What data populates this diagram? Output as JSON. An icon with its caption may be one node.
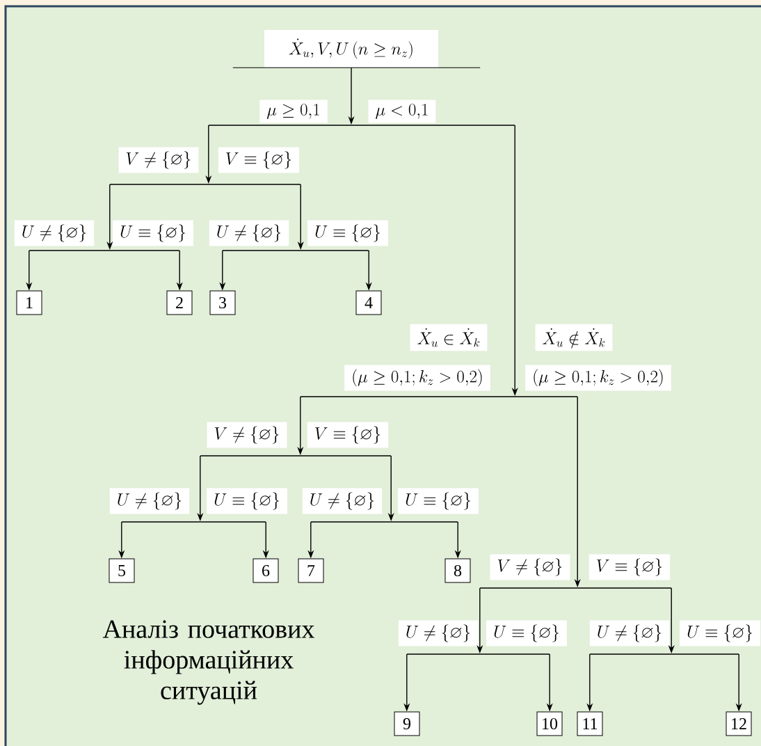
{
  "diagram": {
    "title": "Аналіз початкових інформаційних ситуацій",
    "nodes": [
      {
        "text": [
          "\\dot{X}_u, V, U\\left(n \\geq n_z\\right)"
        ]
      },
      {
        "text": [],
        "shape": "bar"
      },
      {
        "text": [],
        "shape": "bar"
      },
      {
        "text": [],
        "shape": "bar"
      },
      {
        "text": [],
        "shape": "bar"
      },
      {
        "text": [
          "1"
        ]
      },
      {
        "text": [
          "2"
        ]
      },
      {
        "text": [
          "3"
        ]
      },
      {
        "text": [
          "4"
        ]
      },
      {
        "text": [],
        "shape": "bar"
      },
      {
        "text": [],
        "shape": "bar"
      },
      {
        "text": [],
        "shape": "bar"
      },
      {
        "text": [],
        "shape": "bar"
      },
      {
        "text": [
          "5"
        ]
      },
      {
        "text": [
          "6"
        ]
      },
      {
        "text": [
          "7"
        ]
      },
      {
        "text": [
          "8"
        ]
      },
      {
        "text": [],
        "shape": "bar"
      },
      {
        "text": [],
        "shape": "bar"
      },
      {
        "text": [],
        "shape": "bar"
      },
      {
        "text": [
          "9"
        ]
      },
      {
        "text": [
          "10"
        ]
      },
      {
        "text": [
          "11"
        ]
      },
      {
        "text": [
          "12"
        ]
      }
    ],
    "edges": [
      {
        "from": 0,
        "to": 1,
        "arrow": "to"
      },
      {
        "from": 1,
        "to": 2,
        "arrow": "to"
      },
      {
        "from": 1,
        "to": 9,
        "arrow": "to"
      },
      {
        "from": 2,
        "to": 3,
        "arrow": "to"
      },
      {
        "from": 2,
        "to": 4,
        "arrow": "to"
      },
      {
        "from": 3,
        "to": 5,
        "arrow": "to"
      },
      {
        "from": 3,
        "to": 6,
        "arrow": "to"
      },
      {
        "from": 4,
        "to": 7,
        "arrow": "to"
      },
      {
        "from": 4,
        "to": 8,
        "arrow": "to"
      },
      {
        "from": 9,
        "to": 10,
        "arrow": "to"
      },
      {
        "from": 9,
        "to": 17,
        "arrow": "to"
      },
      {
        "from": 10,
        "to": 11,
        "arrow": "to"
      },
      {
        "from": 10,
        "to": 12,
        "arrow": "to"
      },
      {
        "from": 11,
        "to": 13,
        "arrow": "to"
      },
      {
        "from": 11,
        "to": 14,
        "arrow": "to"
      },
      {
        "from": 12,
        "to": 15,
        "arrow": "to"
      },
      {
        "from": 12,
        "to": 16,
        "arrow": "to"
      },
      {
        "from": 17,
        "to": 18,
        "arrow": "to"
      },
      {
        "from": 17,
        "to": 19,
        "arrow": "to"
      },
      {
        "from": 18,
        "to": 20,
        "arrow": "to"
      },
      {
        "from": 18,
        "to": 21,
        "arrow": "to"
      },
      {
        "from": 19,
        "to": 22,
        "arrow": "to"
      },
      {
        "from": 19,
        "to": 23,
        "arrow": "to"
      }
    ],
    "labels": [
      "\\mu \\geq 0{,}1",
      "\\mu < 0{,}1",
      "V \\neq \\left\\{\\varnothing\\right\\}",
      "V \\equiv \\left\\{\\varnothing\\right\\}",
      "U \\neq \\left\\{\\varnothing\\right\\}",
      "U \\equiv \\left\\{\\varnothing\\right\\}",
      "U \\neq \\left\\{\\varnothing\\right\\}",
      "U \\equiv \\left\\{\\varnothing\\right\\}",
      "\\dot{X}_u \\in \\dot{X}_k",
      "\\dot{X}_u \\notin \\dot{X}_k",
      "\\left(\\mu \\geq 0{,}1; k_z > 0{,}2\\right)",
      "\\left(\\mu \\geq 0{,}1; k_z > 0{,}2\\right)",
      "V \\neq \\left\\{\\varnothing\\right\\}",
      "V \\equiv \\left\\{\\varnothing\\right\\}",
      "U \\neq \\left\\{\\varnothing\\right\\}",
      "U \\equiv \\left\\{\\varnothing\\right\\}",
      "U \\neq \\left\\{\\varnothing\\right\\}",
      "U \\equiv \\left\\{\\varnothing\\right\\}",
      "V \\neq \\left\\{\\varnothing\\right\\}",
      "V \\equiv \\left\\{\\varnothing\\right\\}",
      "U \\neq \\left\\{\\varnothing\\right\\}",
      "U \\equiv \\left\\{\\varnothing\\right\\}",
      "U \\neq \\left\\{\\varnothing\\right\\}",
      "U \\equiv \\left\\{\\varnothing\\right\\}"
    ]
  }
}
